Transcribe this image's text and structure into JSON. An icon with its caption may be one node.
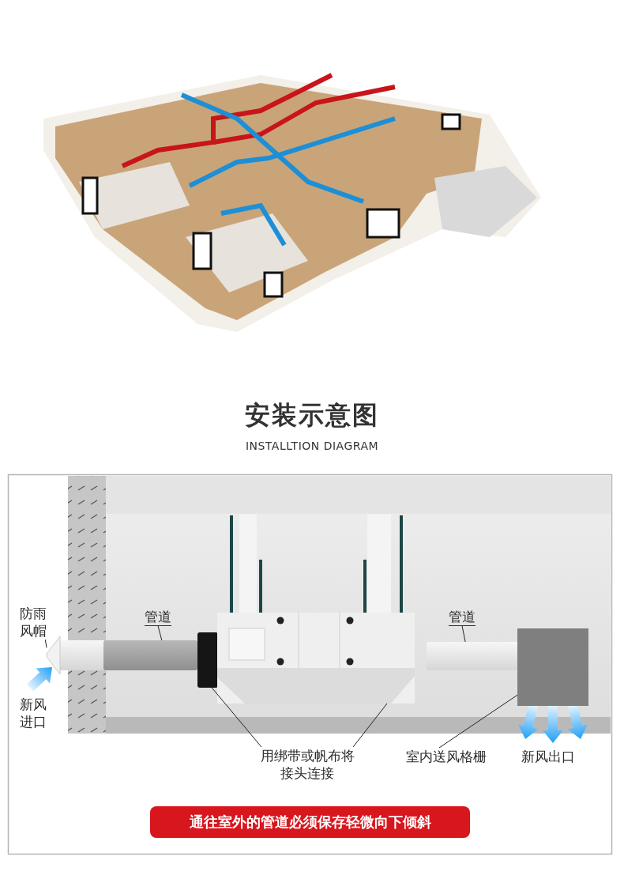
{
  "diagram": {
    "title": "安装示意图",
    "nodes": [
      {
        "text": [
          "防雨风帽"
        ]
      },
      {
        "text": [],
        "shape": "cone"
      },
      {
        "text": [
          "管道"
        ]
      },
      {
        "text": [],
        "shape": "bar"
      },
      {
        "text": [],
        "shape": "bar"
      },
      {
        "text": [
          "管道"
        ]
      },
      {
        "text": [],
        "shape": "bar"
      },
      {
        "text": [
          "用绑带或帆布将接头连接"
        ]
      },
      {
        "text": [],
        "shape": "box"
      },
      {
        "text": [
          "室内送风格栅"
        ]
      },
      {
        "text": [],
        "shape": "box"
      },
      {
        "text": [
          "通往室外的管道必须保存轻微向下倾斜"
        ]
      }
    ],
    "edges": [
      {
        "from": 0,
        "to": 1,
        "arrow": "none"
      },
      {
        "from": 2,
        "to": 3,
        "arrow": "none"
      },
      {
        "from": 5,
        "to": 6,
        "arrow": "none"
      },
      {
        "from": 7,
        "to": 4,
        "arrow": "none"
      },
      {
        "from": 7,
        "to": 8,
        "arrow": "none"
      },
      {
        "from": 9,
        "to": 10,
        "arrow": "none"
      }
    ],
    "labels": [
      "INSTALLTION DIAGRAM",
      "新风进口",
      "新风出口"
    ]
  }
}
